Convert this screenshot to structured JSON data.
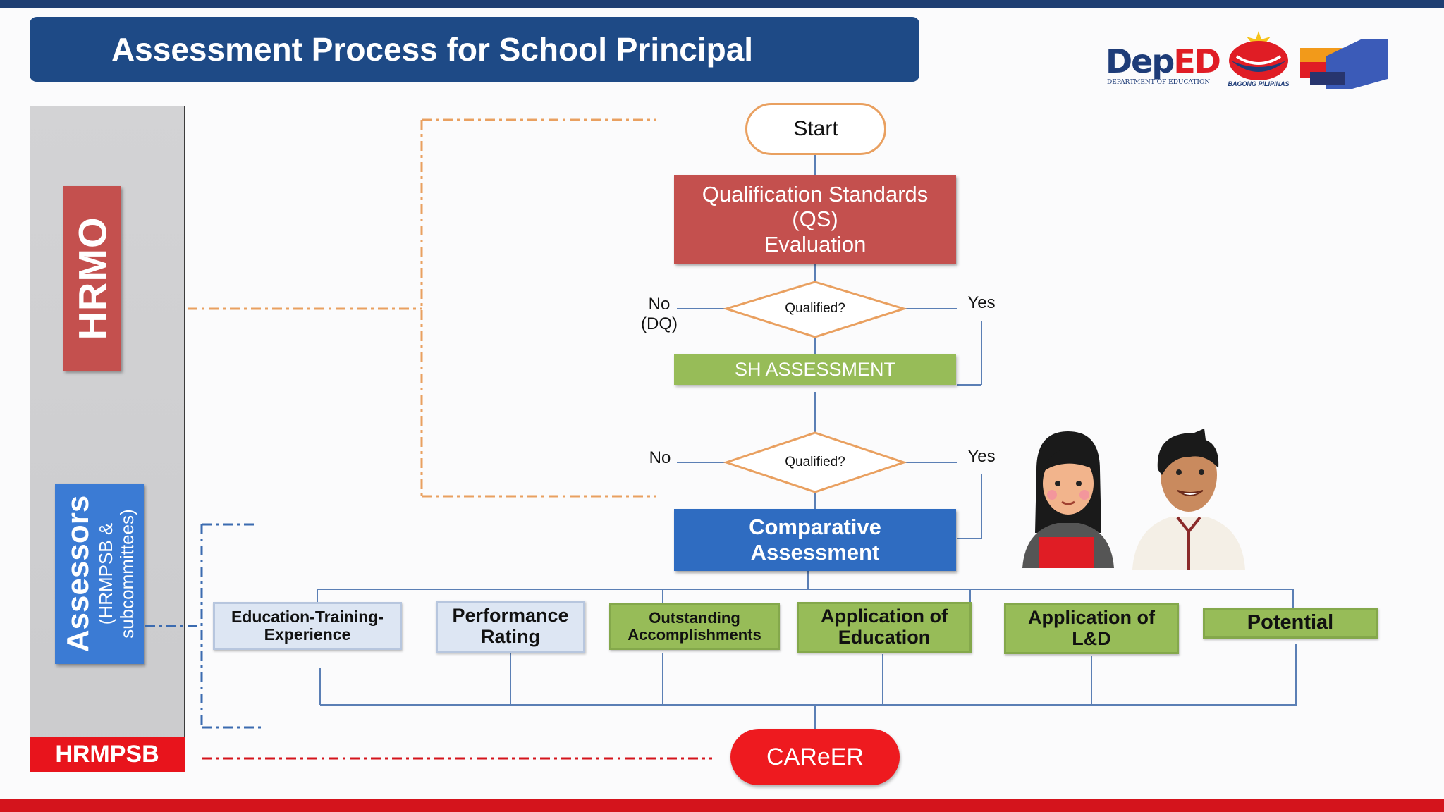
{
  "header": {
    "title": "Assessment Process for School Principal"
  },
  "logos": {
    "deped_word": "DepED",
    "deped_subtext": "DEPARTMENT OF EDUCATION",
    "bagong_pilipinas_text": "BAGONG PILIPINAS"
  },
  "roles": {
    "hrmo": "HRMO",
    "assessors_title": "Assessors",
    "assessors_sub_line1": "(HRMPSB &",
    "assessors_sub_line2": "subcommittees)",
    "hrmpsb": "HRMPSB"
  },
  "flow": {
    "start": "Start",
    "qs_line1": "Qualification Standards",
    "qs_line2": "(QS)",
    "qs_line3": "Evaluation",
    "decision1": "Qualified?",
    "decision1_no_line1": "No",
    "decision1_no_line2": "(DQ)",
    "decision1_yes": "Yes",
    "sh_assessment": "SH ASSESSMENT",
    "decision2": "Qualified?",
    "decision2_no": "No",
    "decision2_yes": "Yes",
    "comparative_line1": "Comparative",
    "comparative_line2": "Assessment",
    "career": "CAReER"
  },
  "criteria": [
    {
      "line1": "Education-Training-",
      "line2": "Experience"
    },
    {
      "line1": "Performance",
      "line2": "Rating"
    },
    {
      "line1": "Outstanding",
      "line2": "Accomplishments"
    },
    {
      "line1": "Application of",
      "line2": "Education"
    },
    {
      "line1": "Application of",
      "line2": "L&D"
    },
    {
      "line1": "Potential",
      "line2": ""
    }
  ],
  "colors": {
    "banner_blue": "#1e4a86",
    "hrmo_red": "#c4504e",
    "assessors_blue": "#3b7bd4",
    "hrmpsb_red": "#e8141c",
    "sh_green": "#97bc58",
    "comparative_blue": "#2f6cc1",
    "career_red": "#ee1a1f",
    "connector_orange": "#e9a060"
  },
  "icons": [
    "deped-logo",
    "bagong-pilipinas-logo",
    "blocks-logo",
    "female-teacher-illustration",
    "male-teacher-illustration"
  ]
}
